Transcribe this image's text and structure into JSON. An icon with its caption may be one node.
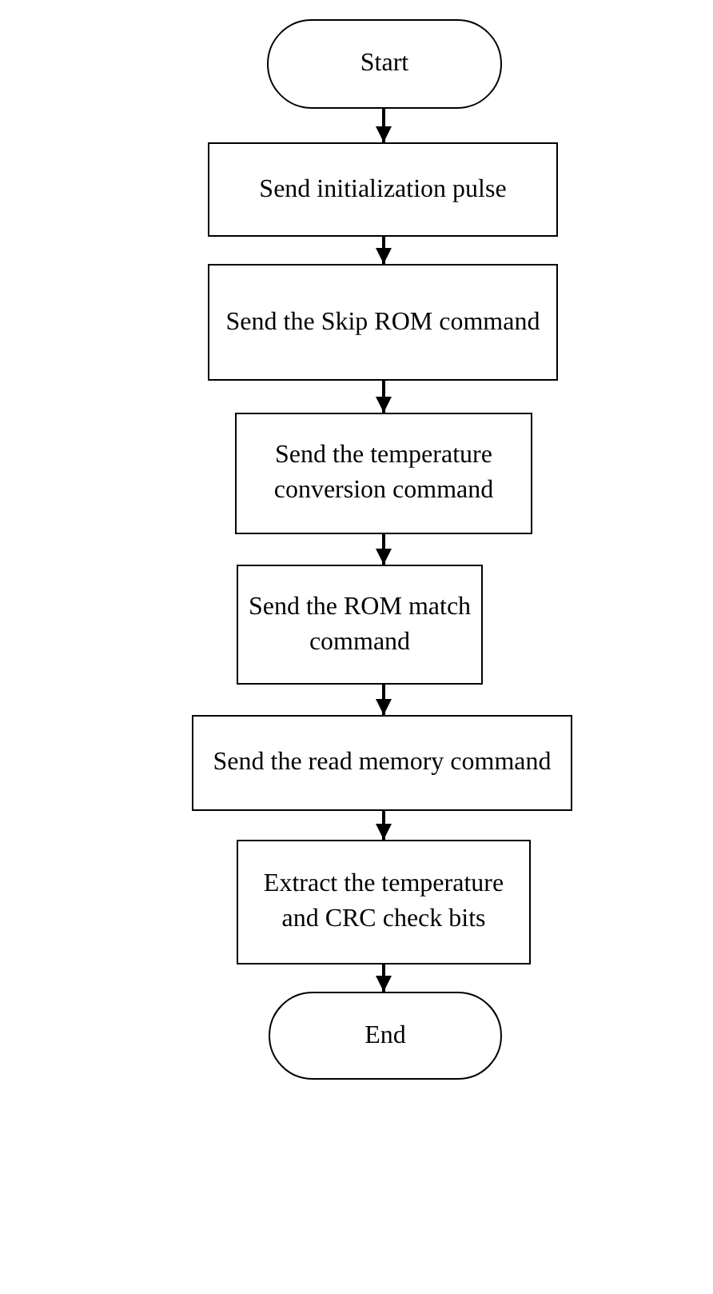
{
  "diagram": {
    "nodes": [
      {
        "text": [
          "Start"
        ]
      },
      {
        "text": [
          "Send initialization pulse"
        ]
      },
      {
        "text": [
          "Send the Skip ROM command"
        ]
      },
      {
        "text": [
          "Send the temperature conversion command"
        ]
      },
      {
        "text": [
          "Send the ROM match command"
        ]
      },
      {
        "text": [
          "Send the read memory command"
        ]
      },
      {
        "text": [
          "Extract the temperature and CRC check bits"
        ]
      },
      {
        "text": [
          "End"
        ]
      }
    ],
    "edges": [
      {
        "from": 0,
        "to": 1,
        "arrow": "to"
      },
      {
        "from": 1,
        "to": 2,
        "arrow": "to"
      },
      {
        "from": 2,
        "to": 3,
        "arrow": "to"
      },
      {
        "from": 3,
        "to": 4,
        "arrow": "to"
      },
      {
        "from": 4,
        "to": 5,
        "arrow": "to"
      },
      {
        "from": 5,
        "to": 6,
        "arrow": "to"
      },
      {
        "from": 6,
        "to": 7,
        "arrow": "to"
      }
    ]
  }
}
